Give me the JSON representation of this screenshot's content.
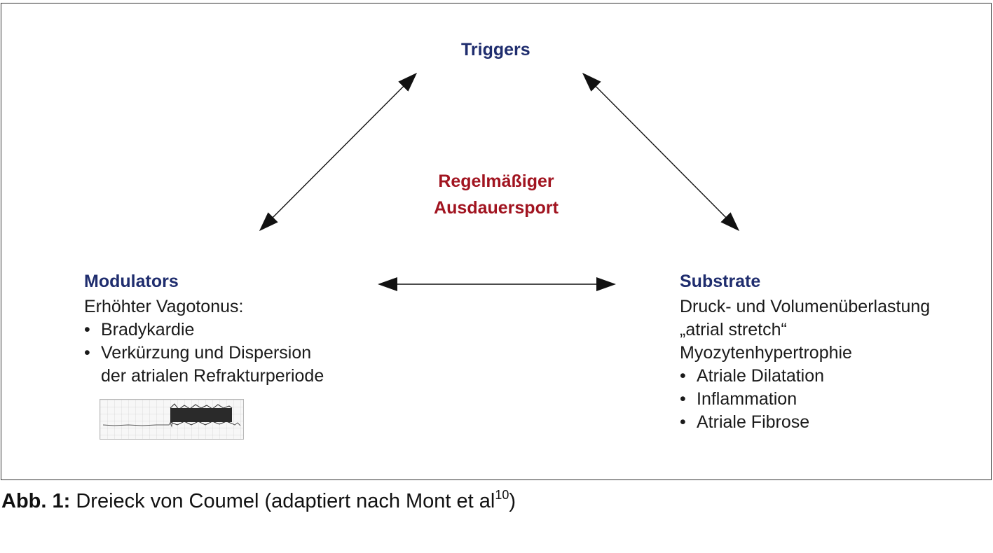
{
  "triggers": {
    "title": "Triggers"
  },
  "center": {
    "line1": "Regelmäßiger",
    "line2": "Ausdauersport"
  },
  "modulators": {
    "title": "Modulators",
    "intro": "Erhöhter Vagotonus:",
    "bullets": [
      "Bradykardie",
      "Verkürzung und Dispersion"
    ],
    "bullet2_continuation": "der atrialen Refrakturperiode"
  },
  "substrate": {
    "title": "Substrate",
    "lines": [
      "Druck- und Volumenüberlastung",
      "„atrial stretch“",
      "Myozytenhypertrophie"
    ],
    "bullets": [
      "Atriale Dilatation",
      "Inflammation",
      "Atriale Fibrose"
    ]
  },
  "caption": {
    "label": "Abb. 1:",
    "text": " Dreieck von Coumel (adaptiert nach Mont et al",
    "ref": "10",
    "close": ")"
  },
  "colors": {
    "title_blue": "#1f2d6e",
    "center_red": "#a11420",
    "arrow": "#111111"
  },
  "image_icon": "ecg-strip-image"
}
